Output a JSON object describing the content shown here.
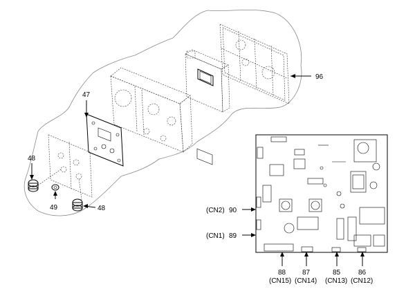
{
  "callouts": {
    "c96": "96",
    "c47": "47",
    "c48a": "48",
    "c48b": "48",
    "c49": "49",
    "c90": "90",
    "c89": "89",
    "c88": "88",
    "c87": "87",
    "c85": "85",
    "c86": "86"
  },
  "connectors": {
    "cn2": "(CN2)",
    "cn1": "(CN1)",
    "cn15": "(CN15)",
    "cn14": "(CN14)",
    "cn13": "(CN13)",
    "cn12": "(CN12)"
  }
}
